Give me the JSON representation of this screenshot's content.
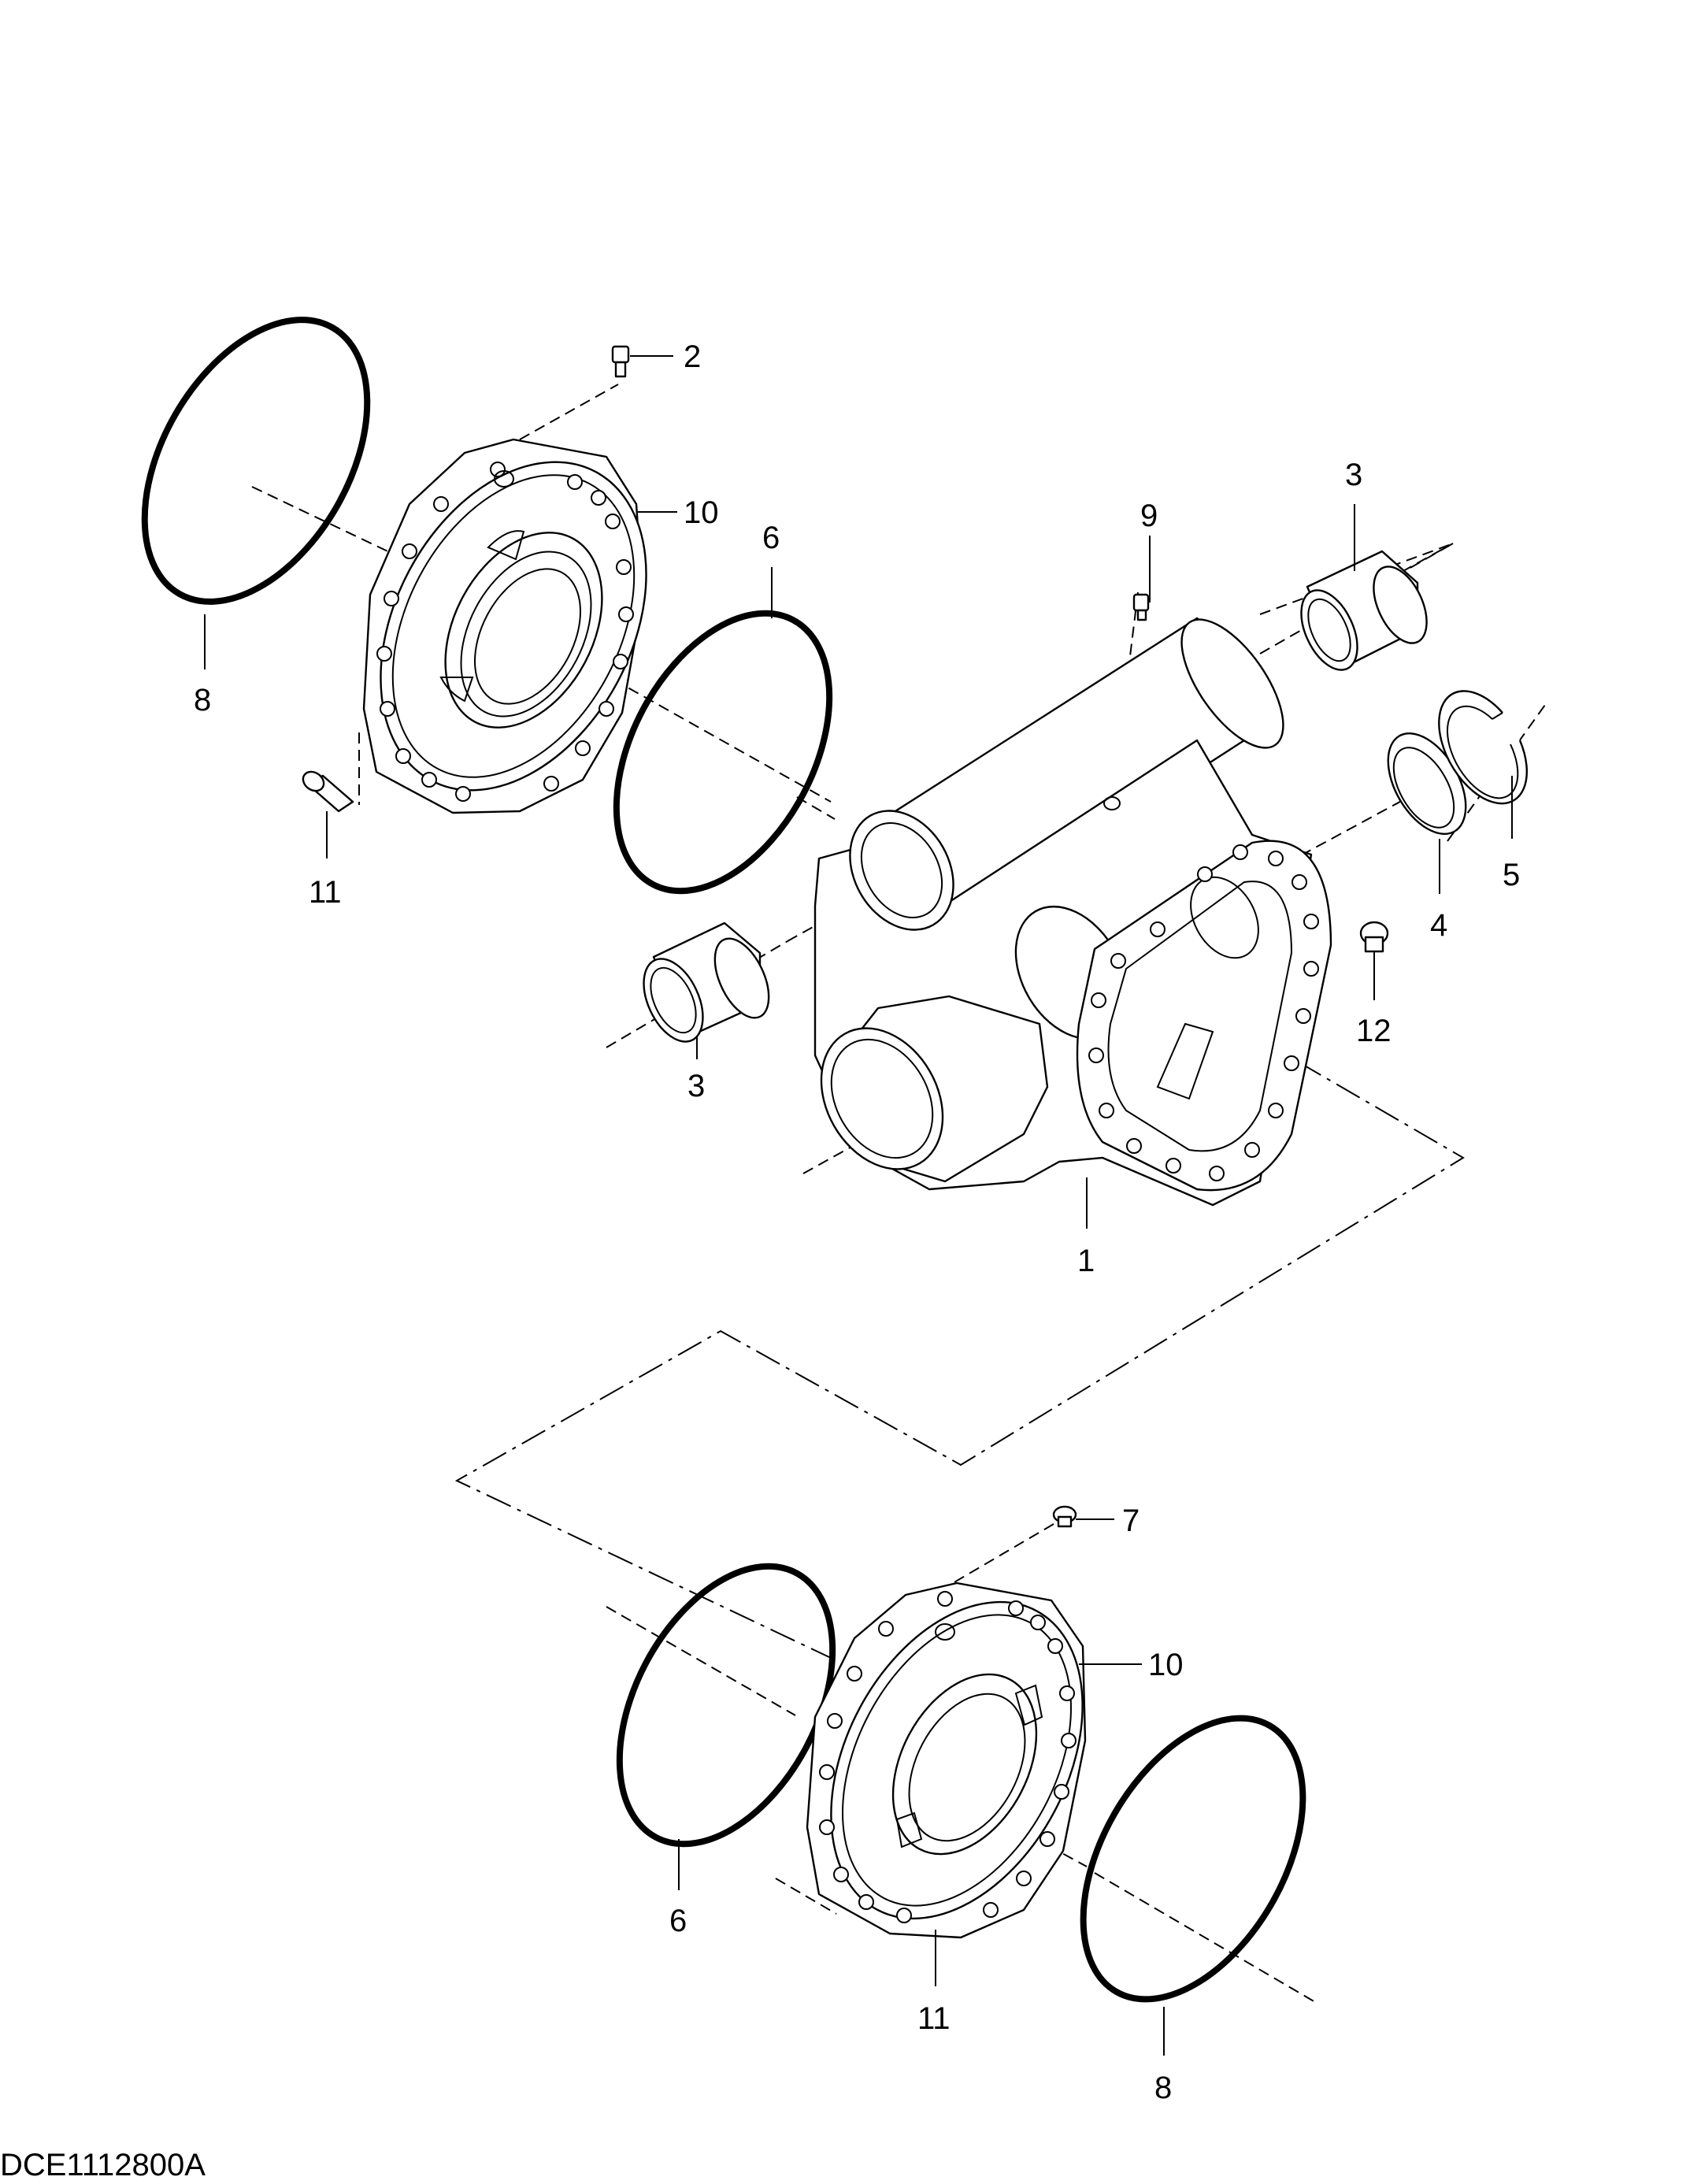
{
  "drawing_code": "DCE1112800A",
  "callouts": {
    "c1": "1",
    "c2": "2",
    "c3a": "3",
    "c3b": "3",
    "c4": "4",
    "c5": "5",
    "c6a": "6",
    "c6b": "6",
    "c7": "7",
    "c8a": "8",
    "c8b": "8",
    "c9": "9",
    "c10a": "10",
    "c10b": "10",
    "c11a": "11",
    "c11b": "11",
    "c12": "12"
  }
}
